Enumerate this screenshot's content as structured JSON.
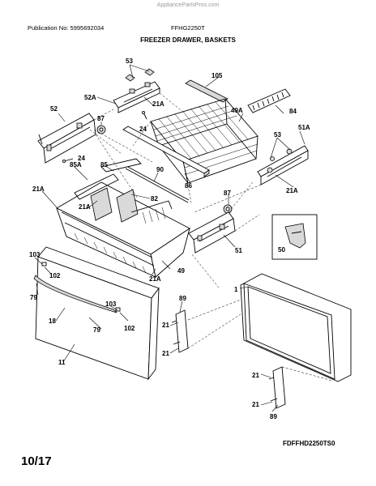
{
  "header": {
    "watermark": "AppliancePartsPros.com",
    "publication": "Publication No: 5995692034",
    "model": "FFHG2250T",
    "title": "FREEZER DRAWER, BASKETS"
  },
  "footer": {
    "diagram_code": "FDFFHD2250TS0",
    "page_label": "10/17"
  },
  "callouts": {
    "c53a": "53",
    "c52a": "52A",
    "c105": "105",
    "c21a_top": "21A",
    "c49a": "49A",
    "c84": "84",
    "c52": "52",
    "c87a": "87",
    "c24a": "24",
    "c24b": "24",
    "c53b": "53",
    "c51a": "51A",
    "c85a": "85A",
    "c85": "85",
    "c90": "90",
    "c86": "86",
    "c21a_right": "21A",
    "c21a_left": "21A",
    "c82": "82",
    "c21a_mid": "21A",
    "c87b": "87",
    "c50": "50",
    "c51": "51",
    "c103a": "103",
    "c102a": "102",
    "c79a": "79",
    "c49": "49",
    "c21a_bottom": "21A",
    "c1": "1",
    "c89a": "89",
    "c103b": "103",
    "c18": "18",
    "c79b": "79",
    "c102b": "102",
    "c21_a": "21",
    "c21_b": "21",
    "c11": "11",
    "c21_c": "21",
    "c21_d": "21",
    "c89b": "89"
  }
}
